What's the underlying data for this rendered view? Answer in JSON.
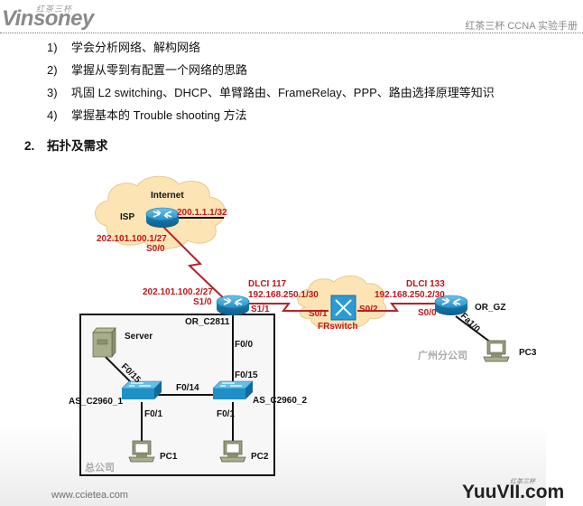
{
  "header": {
    "logo_cn": "红茶三杯",
    "logo": "Vinsoney",
    "doc_title": "红茶三杯 CCNA 实验手册"
  },
  "objectives": [
    {
      "num": "1)",
      "text": "学会分析网络、解构网络"
    },
    {
      "num": "2)",
      "text": "掌握从零到有配置一个网络的思路"
    },
    {
      "num": "3)",
      "text": "巩固 L2 switching、DHCP、单臂路由、FrameRelay、PPP、路由选择原理等知识"
    },
    {
      "num": "4)",
      "text": "掌握基本的 Trouble shooting 方法"
    }
  ],
  "section": {
    "num": "2.",
    "title": "拓扑及需求"
  },
  "topology": {
    "clouds": {
      "internet": "Internet",
      "frswitch": "FRswitch"
    },
    "devices": {
      "isp": "ISP",
      "or_c2811": "OR_C2811",
      "or_gz": "OR_GZ",
      "server": "Server",
      "as1": "AS_C2960_1",
      "as2": "AS_C2960_2",
      "pc1": "PC1",
      "pc2": "PC2",
      "pc3": "PC3"
    },
    "labels": {
      "isp_loopback": "200.1.1.1/32",
      "isp_s00_ip": "202.101.100.1/27",
      "isp_s00": "S0/0",
      "c2811_s10_ip": "202.101.100.2/27",
      "c2811_s10": "S1/0",
      "c2811_dlci": "DLCI 117",
      "c2811_s11_ip": "192.168.250.1/30",
      "c2811_s11": "S1/1",
      "fr_s01": "S0/1",
      "fr_s02": "S0/2",
      "gz_dlci": "DLCI 133",
      "gz_s00_ip": "192.168.250.2/30",
      "gz_s00": "S0/0",
      "gz_fa10": "Fa1/0",
      "c2811_f00": "F0/0",
      "as2_f015": "F0/15",
      "as1_f015": "F0/15",
      "as1_f014": "F0/14",
      "as1_f01": "F0/1",
      "as2_f01": "F0/1"
    },
    "areas": {
      "hq": "总公司",
      "gz": "广州分公司"
    },
    "colors": {
      "ip_label": "#c0161b",
      "serial_link": "#b5222a",
      "cloud_fill": "#fde4b4",
      "device_blue": "#1f8fc8"
    }
  },
  "footer": {
    "url": "www.ccietea.com",
    "brand": "YuuVII.com",
    "brand_cn": "红茶三杯"
  }
}
